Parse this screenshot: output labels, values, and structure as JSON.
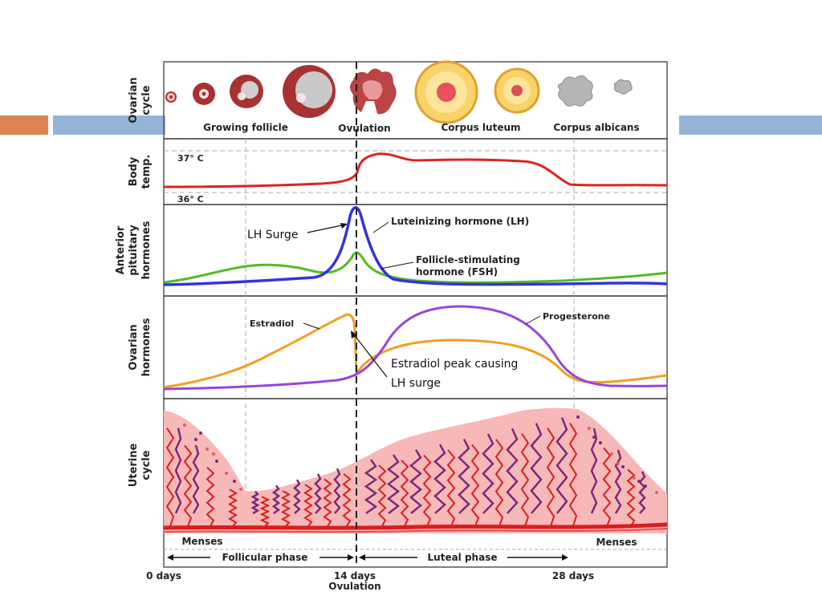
{
  "slide": {
    "bar_colors": {
      "orange": "#dd8452",
      "blue": "#95b3d7"
    }
  },
  "panels": {
    "ovarian": {
      "title_1": "Ovarian",
      "title_2": "cycle",
      "stage_labels": [
        "Growing follicle",
        "Ovulation",
        "Corpus luteum",
        "Corpus albicans"
      ]
    },
    "body_temp": {
      "title_1": "Body",
      "title_2": "temp.",
      "high_label": "37° C",
      "low_label": "36° C"
    },
    "pituitary": {
      "title_1": "Anterior",
      "title_2": "pituitary",
      "title_3": "hormones",
      "lh_label": "Luteinizing hormone (LH)",
      "fsh_label_1": "Follicle-stimulating",
      "fsh_label_2": "hormone (FSH)",
      "surge_callout": "LH Surge"
    },
    "ovarian_hormones": {
      "title_1": "Ovarian",
      "title_2": "hormones",
      "estradiol_label": "Estradiol",
      "progesterone_label": "Progesterone",
      "callout_1": "Estradiol peak causing",
      "callout_2": "LH surge"
    },
    "uterine": {
      "title_1": "Uterine",
      "title_2": "cycle"
    }
  },
  "phases": {
    "menses_left": "Menses",
    "menses_right": "Menses",
    "follicular": "Follicular phase",
    "luteal": "Luteal phase"
  },
  "axis": {
    "day0": "0 days",
    "day14": "14 days",
    "day14_sub": "Ovulation",
    "day28": "28 days"
  },
  "colors": {
    "lh": "#3333dd",
    "fsh": "#55bb22",
    "estradiol": "#f0a020",
    "progesterone": "#9944dd",
    "temp": "#dd2222",
    "endometrium": "#f7b8b8",
    "vessel": "#d81e1e",
    "gland": "#7a2a7a"
  }
}
